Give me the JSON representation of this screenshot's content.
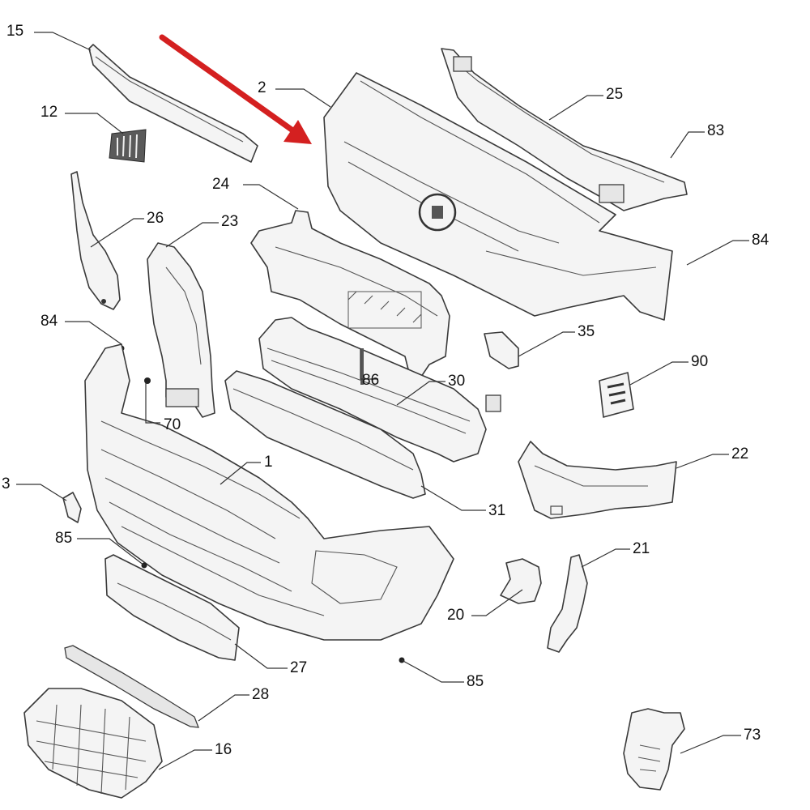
{
  "callouts": [
    {
      "id": "15",
      "text": "15"
    },
    {
      "id": "12",
      "text": "12"
    },
    {
      "id": "2",
      "text": "2"
    },
    {
      "id": "25",
      "text": "25"
    },
    {
      "id": "83",
      "text": "83"
    },
    {
      "id": "24",
      "text": "24"
    },
    {
      "id": "26",
      "text": "26"
    },
    {
      "id": "23",
      "text": "23"
    },
    {
      "id": "84a",
      "text": "84"
    },
    {
      "id": "84b",
      "text": "84"
    },
    {
      "id": "35",
      "text": "35"
    },
    {
      "id": "90",
      "text": "90"
    },
    {
      "id": "86",
      "text": "86"
    },
    {
      "id": "30",
      "text": "30"
    },
    {
      "id": "70",
      "text": "70"
    },
    {
      "id": "22",
      "text": "22"
    },
    {
      "id": "1",
      "text": "1"
    },
    {
      "id": "3",
      "text": "3"
    },
    {
      "id": "31",
      "text": "31"
    },
    {
      "id": "85a",
      "text": "85"
    },
    {
      "id": "21",
      "text": "21"
    },
    {
      "id": "20",
      "text": "20"
    },
    {
      "id": "27",
      "text": "27"
    },
    {
      "id": "85b",
      "text": "85"
    },
    {
      "id": "28",
      "text": "28"
    },
    {
      "id": "73",
      "text": "73"
    },
    {
      "id": "16",
      "text": "16"
    }
  ],
  "colors": {
    "arrow": "#d42020",
    "line": "#333333"
  }
}
